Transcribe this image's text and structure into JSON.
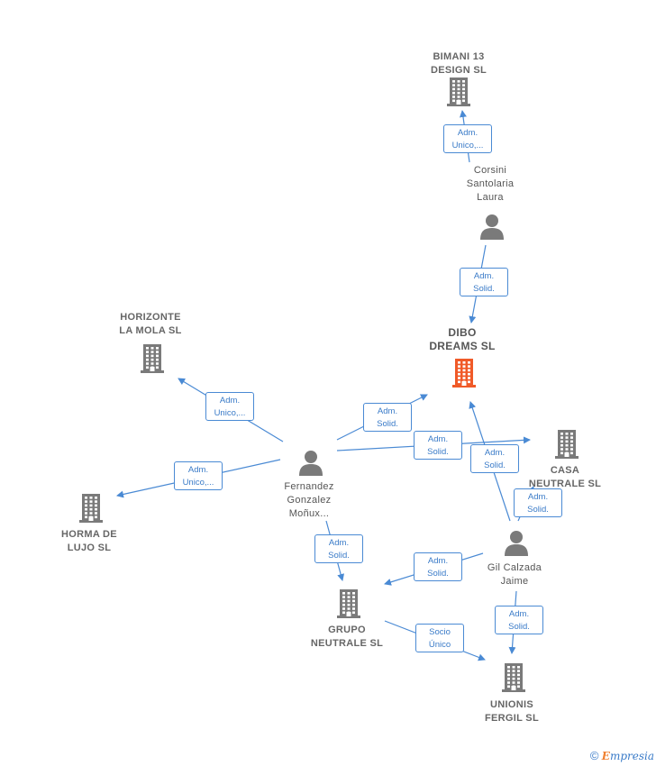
{
  "nodes": [
    {
      "id": "bimani",
      "type": "company",
      "label": "BIMANI 13\nDESIGN  SL",
      "icon": "building-icon"
    },
    {
      "id": "corsini",
      "type": "person",
      "label": "Corsini\nSantolaria\nLaura",
      "icon": "person-icon"
    },
    {
      "id": "dibo",
      "type": "focus",
      "label": "DIBO\nDREAMS  SL",
      "icon": "building-icon"
    },
    {
      "id": "horizonte",
      "type": "company",
      "label": "HORIZONTE\nLA MOLA  SL",
      "icon": "building-icon"
    },
    {
      "id": "casa",
      "type": "company",
      "label": "CASA\nNEUTRALE  SL",
      "icon": "building-icon"
    },
    {
      "id": "fernandez",
      "type": "person",
      "label": "Fernandez\nGonzalez\nMoñux...",
      "icon": "person-icon"
    },
    {
      "id": "horma",
      "type": "company",
      "label": "HORMA DE\nLUJO  SL",
      "icon": "building-icon"
    },
    {
      "id": "gil",
      "type": "person",
      "label": "Gil Calzada\nJaime",
      "icon": "person-icon"
    },
    {
      "id": "grupo",
      "type": "company",
      "label": "GRUPO\nNEUTRALE  SL",
      "icon": "building-icon"
    },
    {
      "id": "unionis",
      "type": "company",
      "label": "UNIONIS\nFERGIL  SL",
      "icon": "building-icon"
    }
  ],
  "edges": [
    {
      "id": "e1",
      "from": "corsini",
      "to": "bimani",
      "label": "Adm.\nUnico,..."
    },
    {
      "id": "e2",
      "from": "corsini",
      "to": "dibo",
      "label": "Adm.\nSolid."
    },
    {
      "id": "e3",
      "from": "fernandez",
      "to": "horizonte",
      "label": "Adm.\nUnico,..."
    },
    {
      "id": "e4",
      "from": "fernandez",
      "to": "dibo",
      "label": "Adm.\nSolid."
    },
    {
      "id": "e5",
      "from": "fernandez",
      "to": "casa",
      "label": "Adm.\nSolid."
    },
    {
      "id": "e6",
      "from": "fernandez",
      "to": "horma",
      "label": "Adm.\nUnico,..."
    },
    {
      "id": "e7",
      "from": "fernandez",
      "to": "grupo",
      "label": "Adm.\nSolid."
    },
    {
      "id": "e8",
      "from": "gil",
      "to": "dibo",
      "label": "Adm.\nSolid."
    },
    {
      "id": "e9",
      "from": "gil",
      "to": "casa",
      "label": "Adm.\nSolid."
    },
    {
      "id": "e10",
      "from": "gil",
      "to": "grupo",
      "label": "Adm.\nSolid."
    },
    {
      "id": "e11",
      "from": "gil",
      "to": "unionis",
      "label": "Adm.\nSolid."
    },
    {
      "id": "e12",
      "from": "grupo",
      "to": "unionis",
      "label": "Socio\nÚnico"
    }
  ],
  "colors": {
    "company": "#7a7a7a",
    "focus": "#f05a28",
    "person": "#7a7a7a",
    "edge": "#4a8ad4"
  },
  "footer": {
    "copyright": "©",
    "brand_initial": "E",
    "brand_rest": "mpresia"
  }
}
